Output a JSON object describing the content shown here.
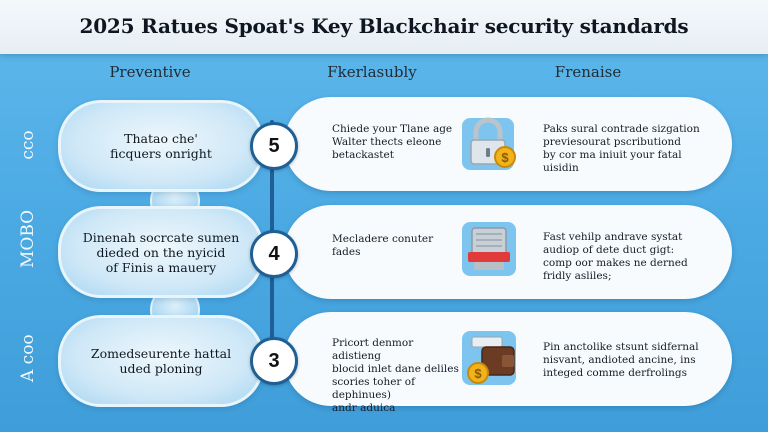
{
  "title": "2025 Ratues Spoat's Key Blackchair security standards",
  "columns": [
    "Preventive",
    "Fkerlasubly",
    "Frenaise"
  ],
  "side_labels": [
    "cco",
    "MOBO",
    "A coo"
  ],
  "colors": {
    "accent": "#1f5f95",
    "background": "#4aa8e2"
  },
  "rows": [
    {
      "number": "5",
      "left": "Thatao che'\nficquers onright",
      "middle": "Chiede your Tlane age\nWalter thects eleone\nbetackastet",
      "right": "Paks sural contrade sizgation\npreviesourat pscributiond\nby cor ma iniuit your fatal\nuisidin",
      "icon": "padlock-coin-icon"
    },
    {
      "number": "4",
      "left": "Dinenah socrcate sumen\ndieded on the nyicid\nof Finis a mauery",
      "middle": "Mecladere conuter fades",
      "right": "Fast vehilp andrave systat\naudiop of dete duct gigt:\ncomp oor makes ne derned\nfridly asliles;",
      "icon": "vault-device-icon"
    },
    {
      "number": "3",
      "left": "Zomedseurente hattal\nuded ploning",
      "middle": "Pricort denmor adistieng\nblocid inlet dane deliles\nscories toher of dephinues)\nandr aduica",
      "right": "Pin anctolike stsunt sidfernal\nnisvant, andioted ancine, ins\ninteged comme derfrolings",
      "icon": "wallet-coin-icon"
    }
  ]
}
